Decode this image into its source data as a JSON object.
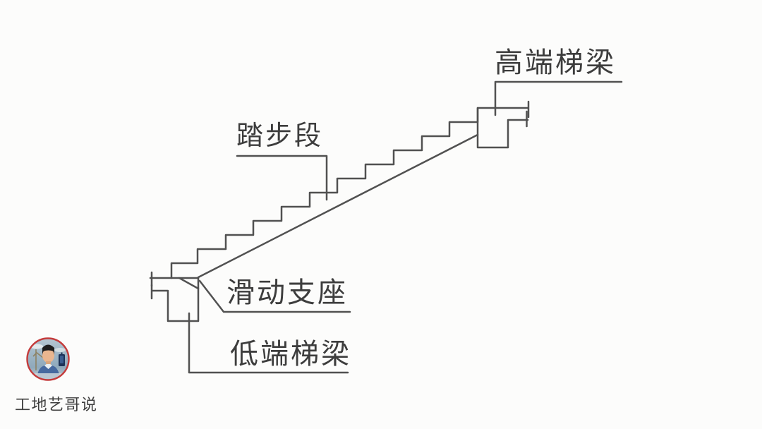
{
  "page": {
    "background": "#fcfcfb"
  },
  "diagram": {
    "type": "stair-structural-detail",
    "line_color": "#515151",
    "text_color": "#3d3d3d",
    "step_count": 12,
    "labels": {
      "high_end_beam": "高端梯梁",
      "tread_section": "踏步段",
      "sliding_support": "滑动支座",
      "low_end_beam": "低端梯梁"
    }
  },
  "branding": {
    "name": "工地艺哥说",
    "avatar_icon": "construction-worker-avatar",
    "avatar_ring_color": "#c43b3b"
  }
}
